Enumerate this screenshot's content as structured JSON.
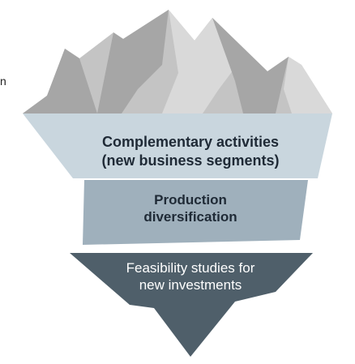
{
  "colors": {
    "peak_fill": "#c4c4c4",
    "peak_shadow": "#a6a6a6",
    "peak_highlight": "#d9d9d9",
    "layer_1": "#c9d6de",
    "layer_2": "#9fb0bc",
    "layer_3": "#4f5f6a"
  },
  "stray_mark": "n",
  "layers": [
    {
      "label": "Complementary activities\n(new business segments)"
    },
    {
      "label": "Production\ndiversification"
    },
    {
      "label": "Feasibility studies for\nnew investments"
    }
  ]
}
